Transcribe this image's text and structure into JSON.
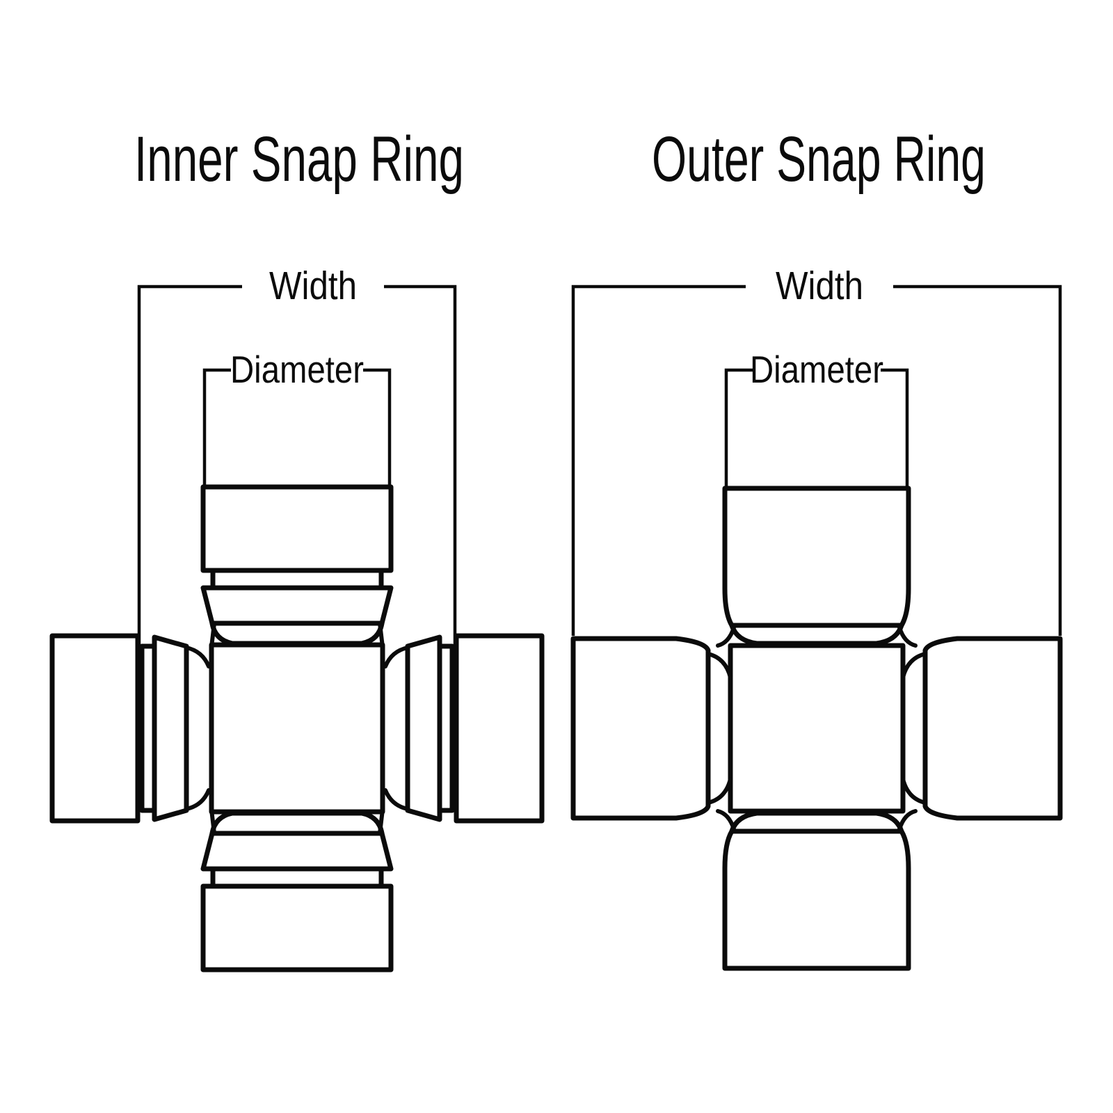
{
  "colors": {
    "background": "#ffffff",
    "line": "#0b0b0b"
  },
  "diagrams": {
    "inner": {
      "title": "Inner Snap Ring",
      "width_label": "Width",
      "diameter_label": "Diameter"
    },
    "outer": {
      "title": "Outer Snap Ring",
      "width_label": "Width",
      "diameter_label": "Diameter"
    }
  }
}
